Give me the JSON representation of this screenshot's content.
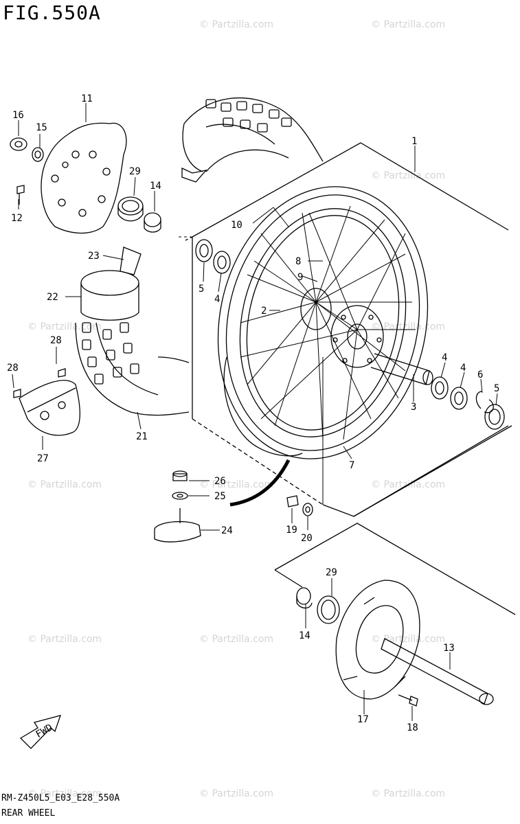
{
  "figure": {
    "title": "FIG.550A",
    "code": "RM-Z450L5_E03_E28_550A",
    "name": "REAR WHEEL",
    "fwd_label": "FWD",
    "watermark": "© Partzilla.com"
  },
  "callouts": [
    {
      "id": "c1",
      "text": "1"
    },
    {
      "id": "c2",
      "text": "2"
    },
    {
      "id": "c3",
      "text": "3"
    },
    {
      "id": "c4a",
      "text": "4"
    },
    {
      "id": "c4b",
      "text": "4"
    },
    {
      "id": "c4c",
      "text": "4"
    },
    {
      "id": "c5a",
      "text": "5"
    },
    {
      "id": "c5b",
      "text": "5"
    },
    {
      "id": "c6",
      "text": "6"
    },
    {
      "id": "c7",
      "text": "7"
    },
    {
      "id": "c8",
      "text": "8"
    },
    {
      "id": "c9",
      "text": "9"
    },
    {
      "id": "c10",
      "text": "10"
    },
    {
      "id": "c11",
      "text": "11"
    },
    {
      "id": "c12",
      "text": "12"
    },
    {
      "id": "c13",
      "text": "13"
    },
    {
      "id": "c14a",
      "text": "14"
    },
    {
      "id": "c14b",
      "text": "14"
    },
    {
      "id": "c15",
      "text": "15"
    },
    {
      "id": "c16",
      "text": "16"
    },
    {
      "id": "c17",
      "text": "17"
    },
    {
      "id": "c18",
      "text": "18"
    },
    {
      "id": "c19",
      "text": "19"
    },
    {
      "id": "c20",
      "text": "20"
    },
    {
      "id": "c21",
      "text": "21"
    },
    {
      "id": "c22",
      "text": "22"
    },
    {
      "id": "c23",
      "text": "23"
    },
    {
      "id": "c24",
      "text": "24"
    },
    {
      "id": "c25",
      "text": "25"
    },
    {
      "id": "c26",
      "text": "26"
    },
    {
      "id": "c27",
      "text": "27"
    },
    {
      "id": "c28a",
      "text": "28"
    },
    {
      "id": "c28b",
      "text": "28"
    },
    {
      "id": "c29a",
      "text": "29"
    },
    {
      "id": "c29b",
      "text": "29"
    }
  ]
}
